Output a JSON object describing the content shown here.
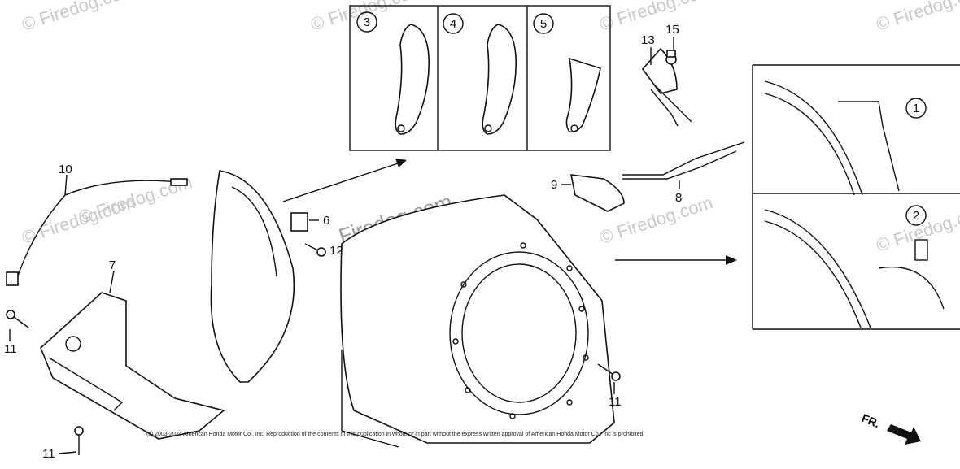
{
  "watermarks": [
    "© Firedog.com",
    "© Firedog.com",
    "© Firedog.com",
    "© Firedog.com",
    "© Firedog.com",
    "© Firedog.com",
    "© Firedog.com",
    "© Firedog.com"
  ],
  "center_watermark": "Firedog.com",
  "part_labels": {
    "p10": "10",
    "p7": "7",
    "p11a": "11",
    "p11b": "11",
    "p11c": "11",
    "p6": "6",
    "p12": "12",
    "p9": "9",
    "p8": "8",
    "p13": "13",
    "p15": "15"
  },
  "inset_labels": {
    "i3": "3",
    "i4": "4",
    "i5": "5",
    "i1": "1",
    "i2": "2"
  },
  "direction_label": "FR.",
  "copyright": "(c) 2003-2024 American Honda Motor Co., Inc. Reproduction of the contents of this publication in whole or in part without the express written approval of American Honda Motor Co., Inc is prohibited."
}
